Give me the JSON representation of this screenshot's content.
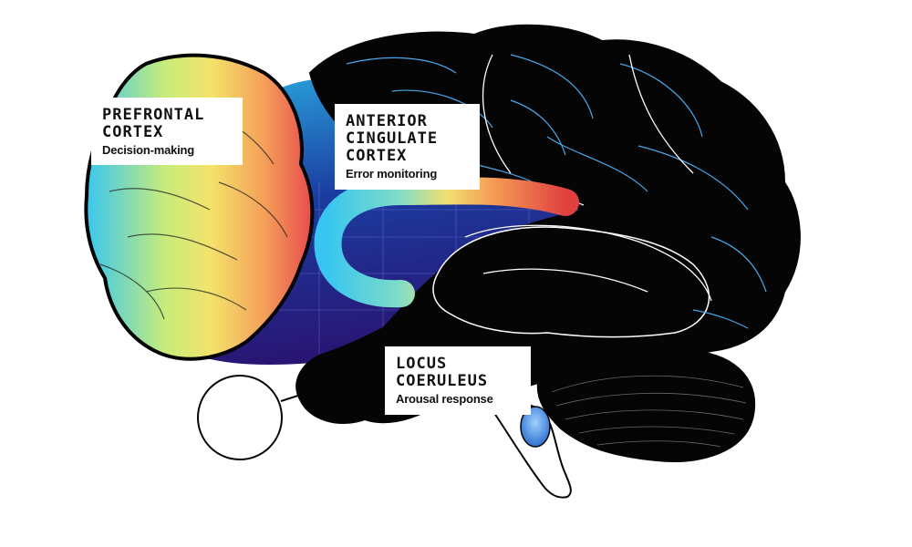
{
  "labels": {
    "prefrontal": {
      "title": "PREFRONTAL\nCORTEX",
      "desc": "Decision-making"
    },
    "cingulate": {
      "title": "ANTERIOR\nCINGULATE\nCORTEX",
      "desc": "Error monitoring"
    },
    "locus": {
      "title": "LOCUS\nCOERULEUS",
      "desc": "Arousal response"
    }
  },
  "colors": {
    "brain": "#050505",
    "background_gradient": [
      "#2aa7e0",
      "#1b2a8c",
      "#2a1270"
    ],
    "rainbow": [
      "#38c6f0",
      "#c8ec7a",
      "#f3e36b",
      "#f5a25a",
      "#e84b4b"
    ],
    "vein": "#4aa6e8",
    "locus": "#3a86d8"
  }
}
